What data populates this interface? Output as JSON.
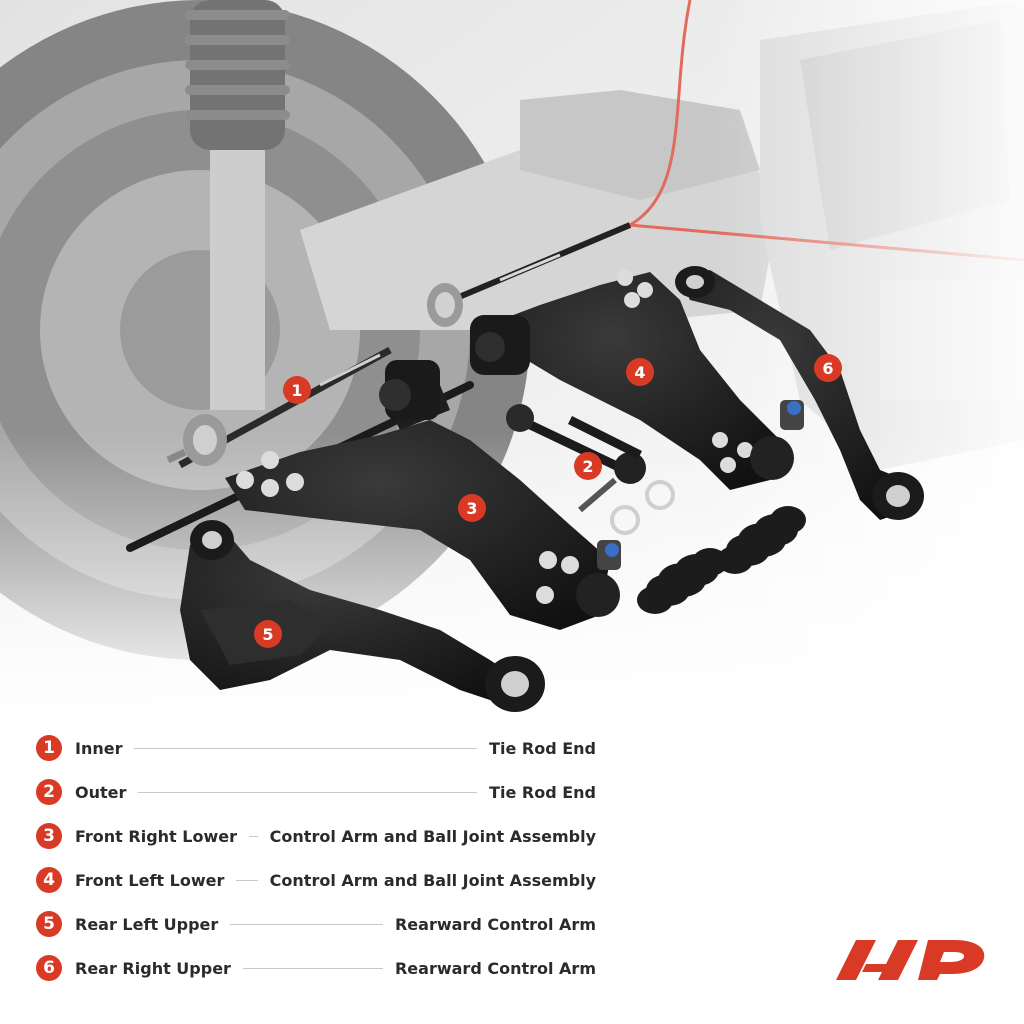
{
  "colors": {
    "accent": "#d93a26",
    "text": "#2b2b2b",
    "leader": "#c8c8c8",
    "part_black": "#1c1c1c"
  },
  "photo": {
    "callouts": [
      "1",
      "2",
      "3",
      "4",
      "5",
      "6"
    ]
  },
  "legend": [
    {
      "num": "1",
      "left": "Inner",
      "right": "Tie Rod End"
    },
    {
      "num": "2",
      "left": "Outer",
      "right": "Tie Rod End"
    },
    {
      "num": "3",
      "left": "Front Right Lower",
      "right": "Control Arm and Ball Joint Assembly"
    },
    {
      "num": "4",
      "left": "Front Left Lower",
      "right": "Control Arm and Ball Joint Assembly"
    },
    {
      "num": "5",
      "left": "Rear Left Upper",
      "right": "Rearward Control Arm"
    },
    {
      "num": "6",
      "left": "Rear Right Upper",
      "right": "Rearward Control Arm"
    }
  ],
  "logo": {
    "icon": "a-premium-logo-icon"
  }
}
